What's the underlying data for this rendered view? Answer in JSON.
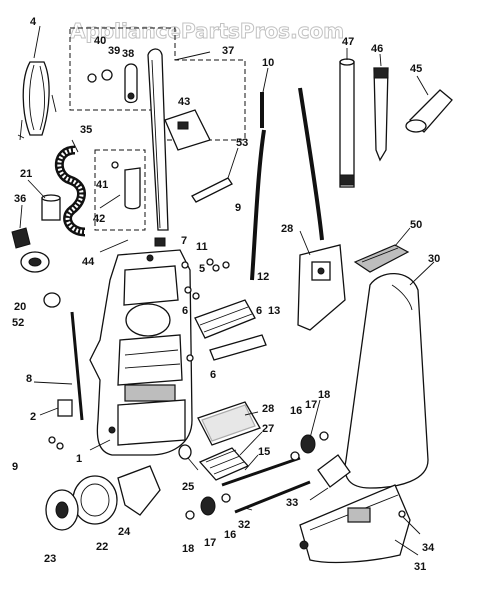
{
  "watermark": "AppliancePartsPros.com",
  "part_labels": [
    "4",
    "40",
    "39",
    "38",
    "37",
    "10",
    "47",
    "46",
    "45",
    "35",
    "43",
    "53",
    "21",
    "41",
    "36",
    "42",
    "9",
    "7",
    "28",
    "50",
    "30",
    "11",
    "44",
    "5",
    "12",
    "20",
    "6",
    "13",
    "52",
    "6",
    "8",
    "6",
    "28",
    "16",
    "17",
    "18",
    "2",
    "27",
    "15",
    "25",
    "9",
    "1",
    "24",
    "33",
    "18",
    "17",
    "16",
    "32",
    "34",
    "23",
    "22",
    "31"
  ]
}
